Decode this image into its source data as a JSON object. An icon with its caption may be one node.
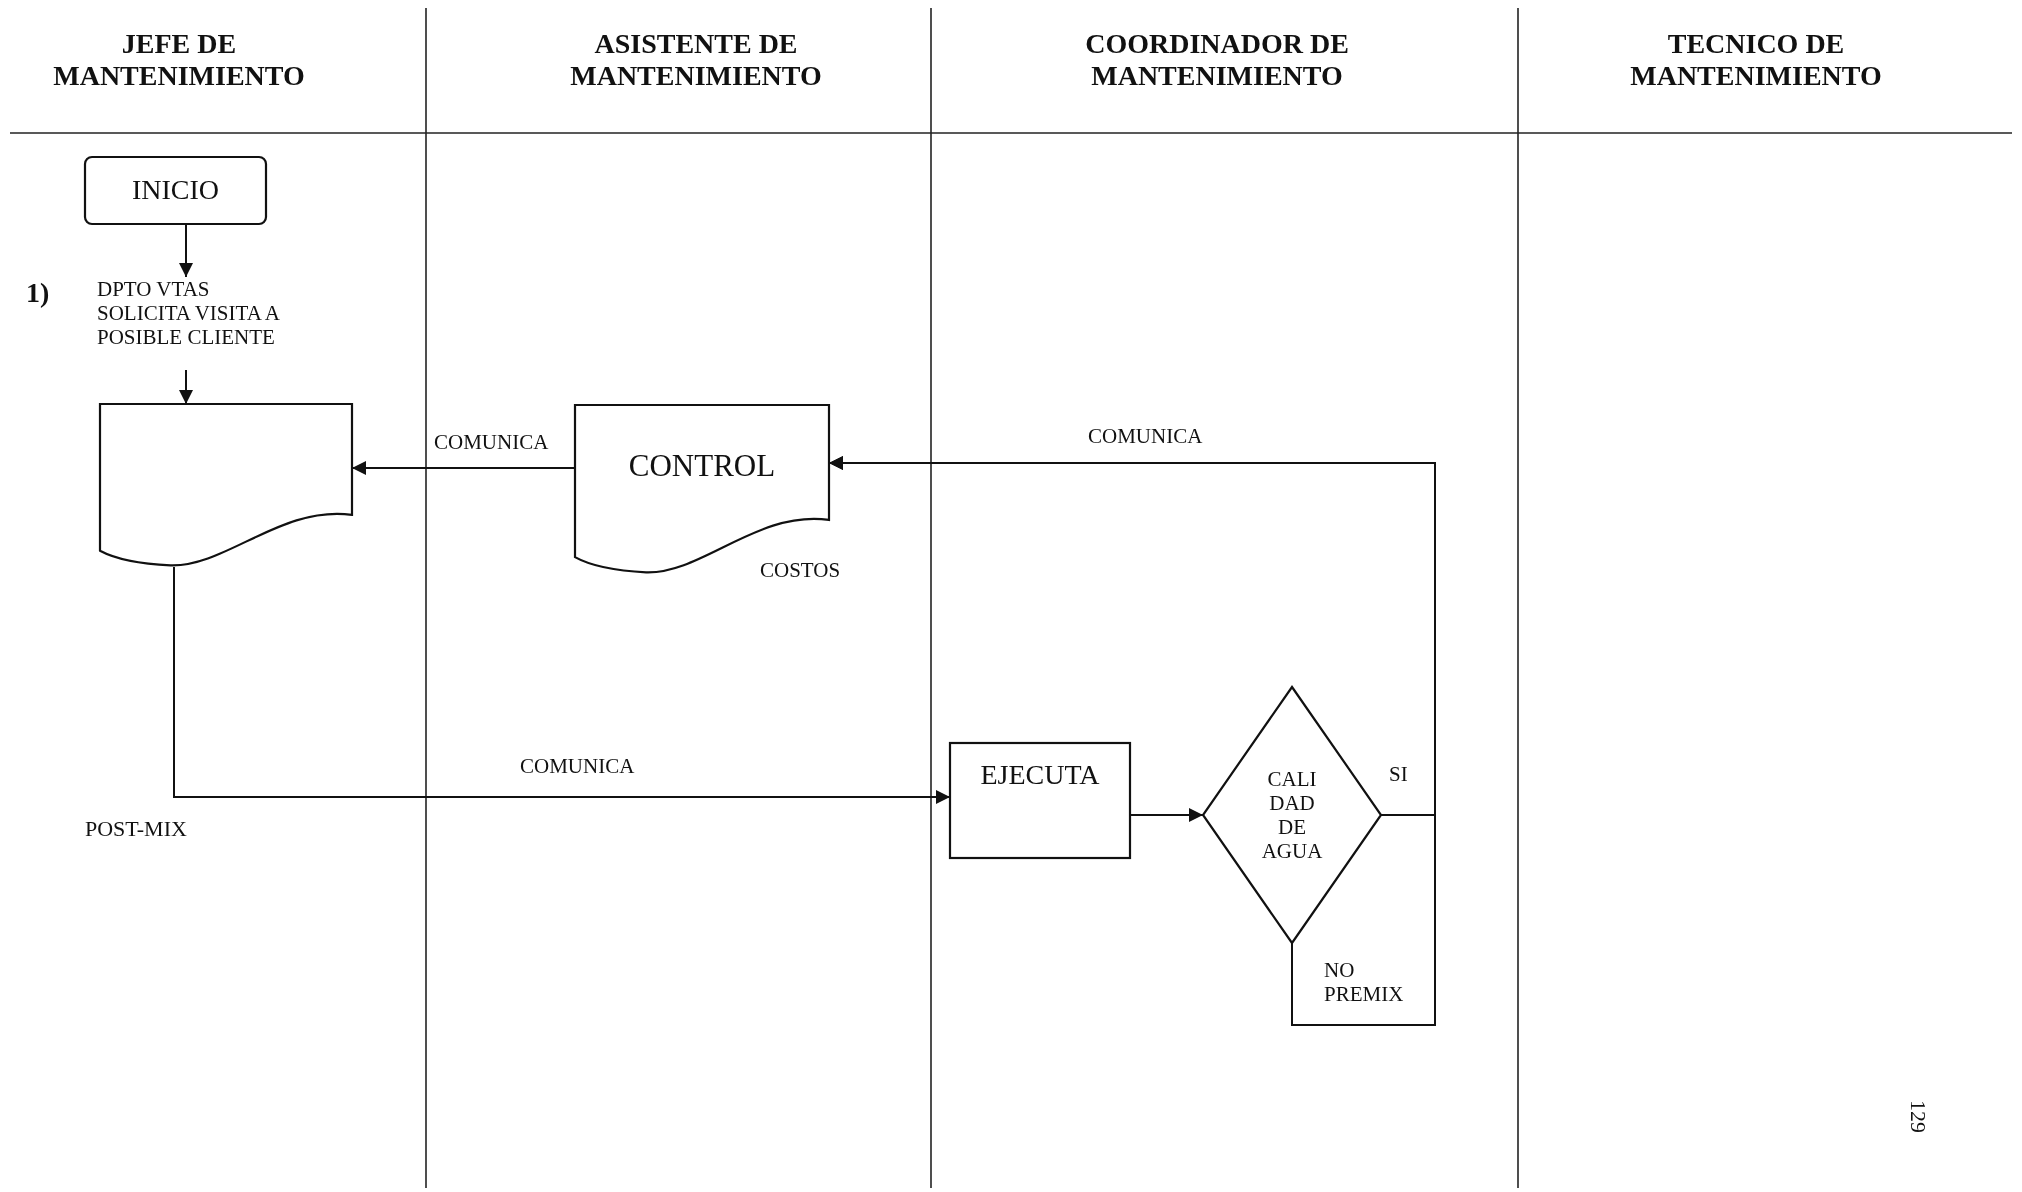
{
  "diagram": {
    "nodes": [
      {
        "text": [
          "INICIO"
        ]
      },
      {
        "text": [
          "DPTO VTAS SOLICITA VISITA A POSIBLE CLIENTE"
        ]
      },
      {
        "text": [],
        "shape": "document"
      },
      {
        "text": [
          "CONTROL"
        ],
        "beside": [
          "COSTOS"
        ]
      },
      {
        "text": [
          "EJECUTA"
        ]
      },
      {
        "text": [
          "CALI DAD DE AGUA"
        ]
      }
    ],
    "edges": [
      {
        "from": 0,
        "to": 1,
        "arrow": "to"
      },
      {
        "from": 1,
        "to": 2,
        "arrow": "to"
      },
      {
        "from": 3,
        "to": 2,
        "arrow": "to",
        "label": "COMUNICA"
      },
      {
        "from": 2,
        "to": 4,
        "arrow": "to",
        "label": "COMUNICA"
      },
      {
        "from": 4,
        "to": 5,
        "arrow": "to"
      },
      {
        "from": 5,
        "to": 3,
        "arrow": "to",
        "label": "COMUNICA"
      },
      {
        "from": 5,
        "to": 3,
        "arrow": "to",
        "label": "NO PREMIX"
      }
    ],
    "labels": [
      "JEFE DE MANTENIMIENTO",
      "ASISTENTE DE MANTENIMIENTO",
      "COORDINADOR DE MANTENIMIENTO",
      "TECNICO DE MANTENIMIENTO",
      "1)",
      "SI",
      "POST-MIX",
      "129"
    ]
  }
}
